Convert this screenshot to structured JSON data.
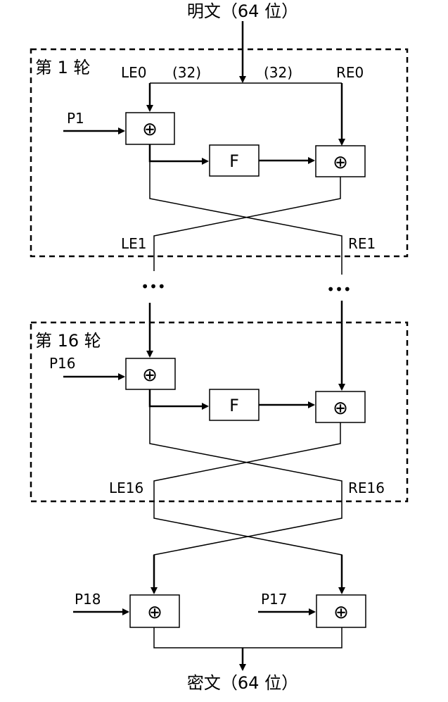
{
  "plaintext": "明文（64 位）",
  "ciphertext": "密文（64 位）",
  "round1": {
    "title": "第 1 轮",
    "le_in": "LE0",
    "re_in": "RE0",
    "half_left": "(32)",
    "half_right": "(32)",
    "key": "P1",
    "f_label": "F",
    "le_out": "LE1",
    "re_out": "RE1"
  },
  "ellipsis_left": "•••",
  "ellipsis_right": "•••",
  "round16": {
    "title": "第 16 轮",
    "key": "P16",
    "f_label": "F",
    "le_out": "LE16",
    "re_out": "RE16"
  },
  "final": {
    "key_left": "P18",
    "key_right": "P17"
  },
  "xor_symbol": "⊕"
}
